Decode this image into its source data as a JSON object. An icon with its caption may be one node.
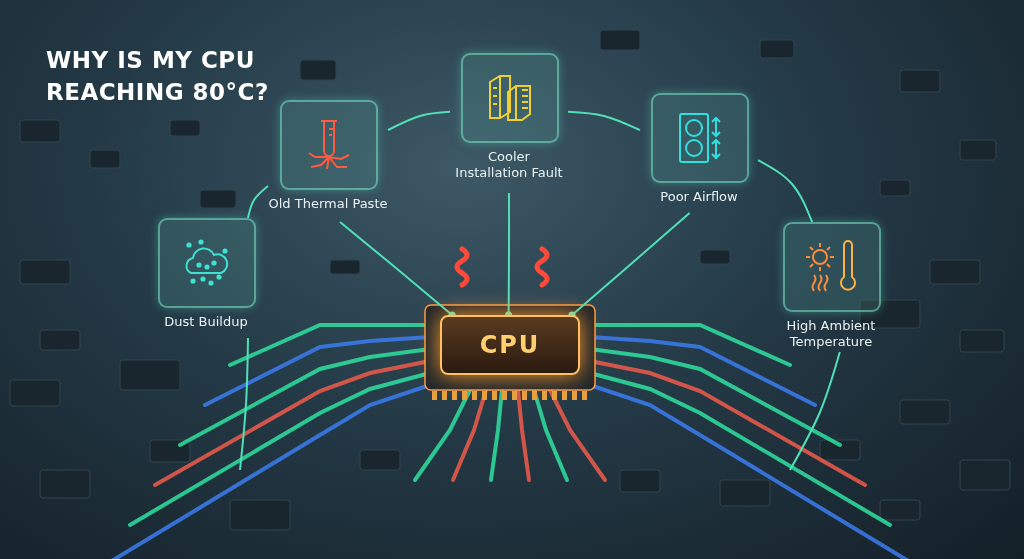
{
  "diagram": {
    "title": "WHY IS MY CPU REACHING 80°C?",
    "nodes": [
      {
        "text": [
          "Dust Buildup"
        ]
      },
      {
        "text": [
          "Old Thermal Paste"
        ]
      },
      {
        "text": [
          "Cooler Installation Fault"
        ]
      },
      {
        "text": [
          "Poor Airflow"
        ]
      },
      {
        "text": [
          "High Ambient Temperature"
        ]
      },
      {
        "text": [
          "CPU"
        ]
      }
    ],
    "edges": [
      {
        "from": 0,
        "to": 1,
        "arrow": "none"
      },
      {
        "from": 1,
        "to": 2,
        "arrow": "none"
      },
      {
        "from": 2,
        "to": 3,
        "arrow": "none"
      },
      {
        "from": 3,
        "to": 4,
        "arrow": "none"
      },
      {
        "from": 1,
        "to": 5,
        "arrow": "other"
      },
      {
        "from": 2,
        "to": 5,
        "arrow": "other"
      },
      {
        "from": 3,
        "to": 5,
        "arrow": "other"
      },
      {
        "from": 0,
        "to": null,
        "arrow": "none"
      },
      {
        "from": 4,
        "to": null,
        "arrow": "none"
      }
    ]
  }
}
